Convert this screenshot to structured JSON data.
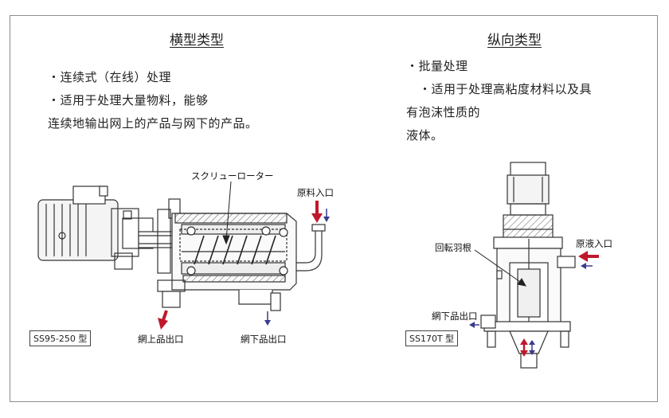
{
  "left": {
    "title": "横型类型",
    "bullet1": "・连续式（在线）处理",
    "bullet2": "・适用于处理大量物料，能够",
    "line3": "连续地输出网上的产品与网下的产品。",
    "labels": {
      "screw_rotor": "スクリューローター",
      "raw_inlet": "原料入口",
      "upper_outlet": "網上品出口",
      "lower_outlet": "網下品出口"
    },
    "model": "SS95-250 型"
  },
  "right": {
    "title": "纵向类型",
    "bullet1": "・批量处理",
    "bullet2": "・适用于处理高粘度材料以及具",
    "line3": "有泡沫性质的",
    "line4": "液体。",
    "labels": {
      "impeller": "回転羽根",
      "liquid_inlet": "原液入口",
      "lower_outlet": "網下品出口"
    },
    "model": "SS170T 型"
  },
  "colors": {
    "arrow_red": "#c0182b",
    "arrow_blue": "#3a3a8c"
  }
}
